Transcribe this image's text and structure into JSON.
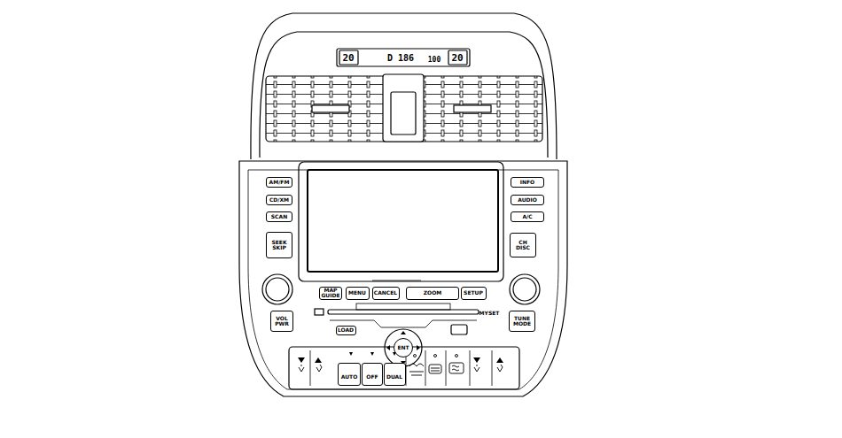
{
  "diagram": {
    "nodes": [
      {
        "text": [
          "AM/FM"
        ]
      },
      {
        "text": [
          "CD/XM"
        ]
      },
      {
        "text": [
          "SCAN"
        ]
      },
      {
        "text": [
          "SEEK SKIP"
        ]
      },
      {
        "text": [
          "INFO"
        ]
      },
      {
        "text": [
          "AUDIO"
        ]
      },
      {
        "text": [
          "A/C"
        ]
      },
      {
        "text": [
          "CH DISC"
        ]
      },
      {
        "text": [
          "MAP GUIDE"
        ]
      },
      {
        "text": [
          "MENU"
        ]
      },
      {
        "text": [
          "CANCEL"
        ]
      },
      {
        "text": [
          "ZOOM"
        ]
      },
      {
        "text": [
          "SETUP"
        ]
      },
      {
        "text": [
          "VOL PWR"
        ]
      },
      {
        "text": [
          "TUNE MODE"
        ]
      },
      {
        "text": [
          "LOAD"
        ]
      },
      {
        "text": [
          "ENT"
        ]
      },
      {
        "text": [
          "AUTO"
        ]
      },
      {
        "text": [
          "OFF"
        ]
      },
      {
        "text": [
          "DUAL"
        ]
      }
    ],
    "labels": [
      "20",
      "D 186",
      "100",
      "20",
      "MYSET"
    ]
  }
}
